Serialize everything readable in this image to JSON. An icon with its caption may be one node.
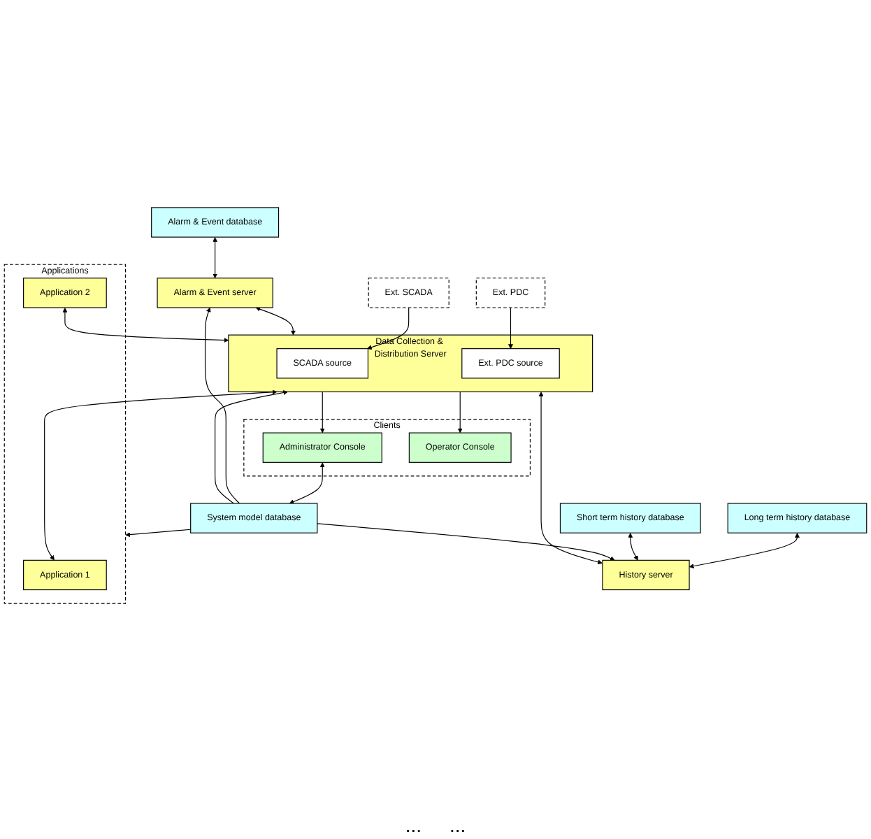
{
  "diagram": {
    "nodes": [
      {
        "text": [
          "Alarm & Event database"
        ]
      },
      {
        "text": [
          "Long term history database"
        ]
      },
      {
        "text": [
          "Short term history database"
        ]
      },
      {
        "text": [
          "Alarm & Event server"
        ]
      },
      {
        "text": [
          "History server"
        ]
      },
      {
        "text": [
          "System model database"
        ]
      },
      {
        "text": [
          "Applications"
        ]
      },
      {
        "text": [
          "Application 1"
        ],
        "in": 6
      },
      {
        "text": [
          "Application 2"
        ],
        "in": 6
      },
      {
        "text": [
          "Data Collection & Distribution Server"
        ]
      },
      {
        "text": [
          "SCADA source"
        ],
        "in": 9
      },
      {
        "text": [
          "Ext. PDC source"
        ],
        "in": 9
      },
      {
        "text": [
          "Clients"
        ]
      },
      {
        "text": [
          "Administrator Console"
        ],
        "in": 12
      },
      {
        "text": [
          "Operator Console"
        ],
        "in": 12
      },
      {
        "text": [
          "Ext. SCADA"
        ]
      },
      {
        "text": [
          "Ext. PDC"
        ]
      }
    ],
    "edges": [
      {
        "from": 0,
        "to": 3,
        "arrow": "both"
      },
      {
        "from": 1,
        "to": 4,
        "arrow": "both"
      },
      {
        "from": 2,
        "to": 4,
        "arrow": "both"
      },
      {
        "from": 5,
        "to": 4,
        "arrow": "to"
      },
      {
        "from": 5,
        "to": 3,
        "arrow": "to"
      },
      {
        "from": 5,
        "to": 6,
        "arrow": "to"
      },
      {
        "from": 5,
        "to": 9,
        "arrow": "to"
      },
      {
        "from": 3,
        "to": 9,
        "arrow": "both"
      },
      {
        "from": 4,
        "to": 9,
        "arrow": "both"
      },
      {
        "from": 13,
        "to": 5,
        "arrow": "both"
      },
      {
        "from": 7,
        "to": 9,
        "arrow": "both"
      },
      {
        "from": 8,
        "to": 9,
        "arrow": "both"
      },
      {
        "from": 9,
        "to": 13,
        "arrow": "to"
      },
      {
        "from": 9,
        "to": 14,
        "arrow": "to"
      },
      {
        "from": 15,
        "to": 10,
        "arrow": "to"
      },
      {
        "from": 16,
        "to": 11,
        "arrow": "to"
      }
    ],
    "labels": [
      "...",
      "..."
    ]
  }
}
